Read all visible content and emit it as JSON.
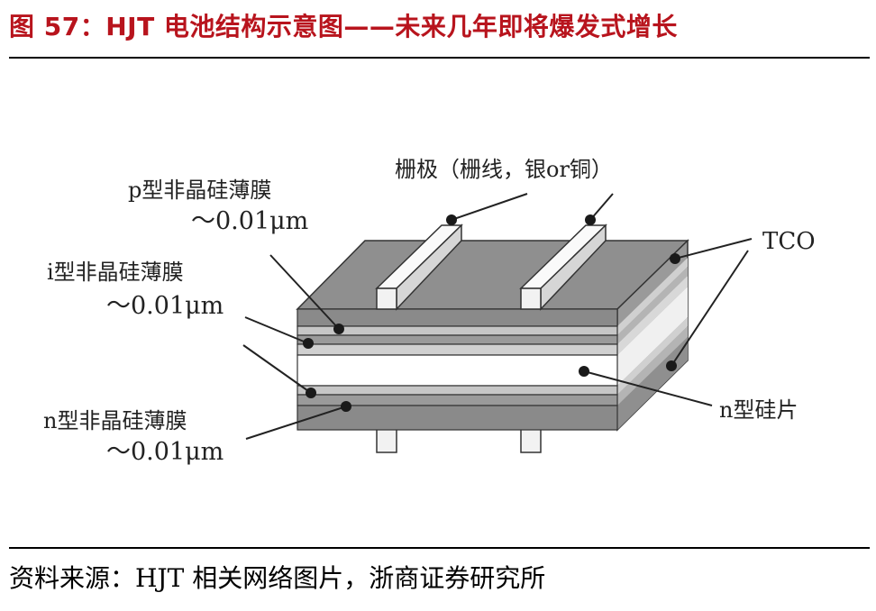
{
  "header": {
    "title": "图 57：HJT 电池结构示意图——未来几年即将爆发式增长"
  },
  "diagram": {
    "labels": {
      "grid": "栅极（栅线，银or铜）",
      "p_layer": "p型非晶硅薄膜",
      "p_thickness": "～0.01μm",
      "i_layer": "i型非晶硅薄膜",
      "i_thickness": "～0.01μm",
      "n_layer": "n型非晶硅薄膜",
      "n_thickness": "～0.01μm",
      "tco": "TCO",
      "n_wafer": "n型硅片"
    },
    "colors": {
      "tco_front": "#8a8a8a",
      "amorphous_front": "#c6c6c6",
      "wafer_front": "#ffffff",
      "top_face": "#8f8f8f",
      "grid_finger": "#f2f2f2"
    }
  },
  "footer": {
    "source": "资料来源：HJT 相关网络图片，浙商证券研究所"
  }
}
